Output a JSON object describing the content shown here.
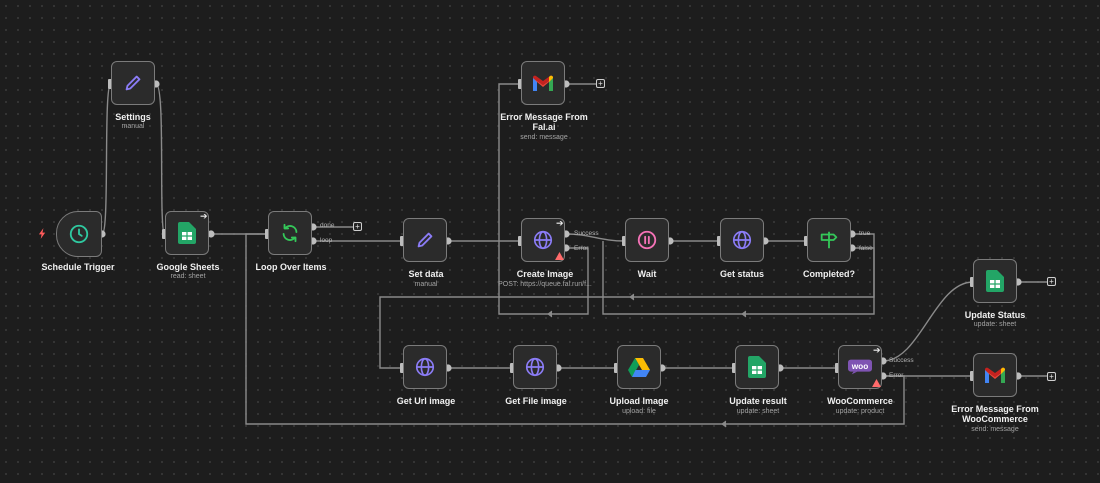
{
  "workflow": {
    "nodes": [
      {
        "id": "schedule",
        "name": "schedule-trigger-node",
        "icon": "clock-icon",
        "label": "Schedule Trigger",
        "sub": ""
      },
      {
        "id": "settings",
        "name": "settings-node",
        "icon": "pencil-icon",
        "label": "Settings",
        "sub": "manual"
      },
      {
        "id": "sheets",
        "name": "google-sheets-node",
        "icon": "google-sheets-icon",
        "label": "Google Sheets",
        "sub": "read: sheet"
      },
      {
        "id": "loop",
        "name": "loop-over-items-node",
        "icon": "refresh-icon",
        "label": "Loop Over Items",
        "sub": ""
      },
      {
        "id": "setdata",
        "name": "set-data-node",
        "icon": "pencil-icon",
        "label": "Set data",
        "sub": "manual"
      },
      {
        "id": "createimage",
        "name": "create-image-node",
        "icon": "globe-icon",
        "label": "Create Image",
        "sub": "POST: https://queue.fal.run/f..."
      },
      {
        "id": "errorfal",
        "name": "error-message-fal-node",
        "icon": "gmail-icon",
        "label": "Error Message From\nFal.ai",
        "sub": "send: message"
      },
      {
        "id": "wait",
        "name": "wait-node",
        "icon": "pause-icon",
        "label": "Wait",
        "sub": ""
      },
      {
        "id": "getstatus",
        "name": "get-status-node",
        "icon": "globe-icon",
        "label": "Get status",
        "sub": ""
      },
      {
        "id": "completed",
        "name": "completed-node",
        "icon": "signpost-icon",
        "label": "Completed?",
        "sub": ""
      },
      {
        "id": "geturl",
        "name": "get-url-image-node",
        "icon": "globe-icon",
        "label": "Get Url image",
        "sub": ""
      },
      {
        "id": "getfile",
        "name": "get-file-image-node",
        "icon": "globe-icon",
        "label": "Get File image",
        "sub": ""
      },
      {
        "id": "upload",
        "name": "upload-image-node",
        "icon": "google-drive-icon",
        "label": "Upload Image",
        "sub": "upload: file"
      },
      {
        "id": "updateresult",
        "name": "update-result-node",
        "icon": "google-sheets-icon",
        "label": "Update result",
        "sub": "update: sheet"
      },
      {
        "id": "woo",
        "name": "woocommerce-node",
        "icon": "woocommerce-icon",
        "label": "WooCommerce",
        "sub": "update: product"
      },
      {
        "id": "updatestatus",
        "name": "update-status-node",
        "icon": "google-sheets-icon",
        "label": "Update Status",
        "sub": "update: sheet"
      },
      {
        "id": "errorwoo",
        "name": "error-message-woo-node",
        "icon": "gmail-icon",
        "label": "Error Message From\nWooCommerce",
        "sub": "send: message"
      }
    ],
    "port_labels": {
      "loop_done": "done",
      "loop_loop": "loop",
      "create_success": "Success",
      "create_error": "Error",
      "completed_true": "true",
      "completed_false": "false",
      "woo_success": "Success",
      "woo_error": "Error"
    },
    "plus_symbol": "+",
    "colors": {
      "canvas": "#1d1d1d",
      "node_border": "#7b7b7b",
      "wire": "#8a8a8a",
      "accent_purple": "#8b7cf6",
      "accent_green": "#34c759",
      "warning": "#ff6b6b"
    }
  }
}
